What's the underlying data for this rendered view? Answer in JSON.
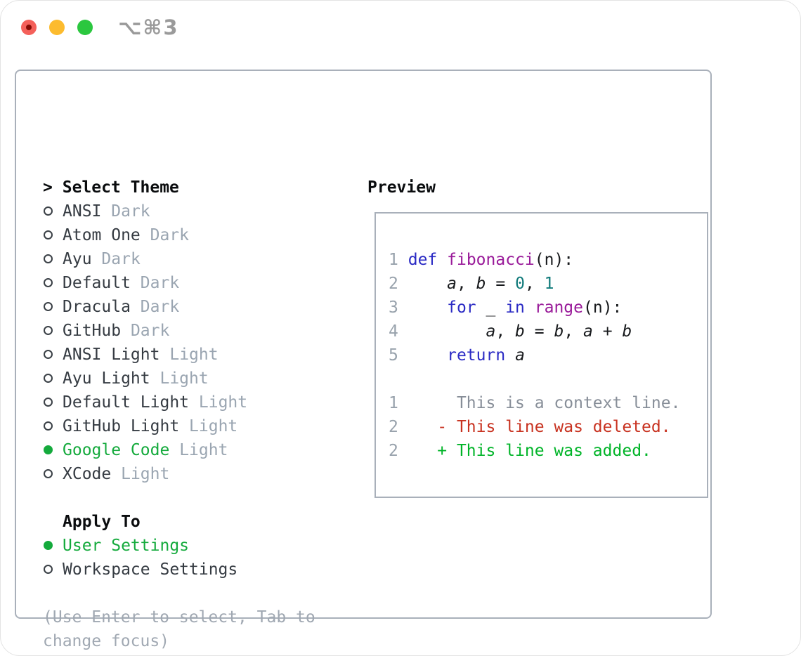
{
  "window": {
    "titlebar": {
      "shortcut_label": "⌥⌘3",
      "traffic_lights": [
        {
          "name": "close",
          "color": "#f4605a",
          "dot_color": "#850b04"
        },
        {
          "name": "minimize",
          "color": "#fcbb2e"
        },
        {
          "name": "zoom",
          "color": "#2bc73f"
        }
      ]
    }
  },
  "colors": {
    "panel_border": "#a9b0ba",
    "selected_green": "#14aa3c",
    "item_text": "#353b42",
    "variant_gray": "#9aa5b1",
    "hint_gray": "#a0a8b2",
    "keyword_blue": "#2a2ac4",
    "function_purple": "#991a99",
    "number_teal": "#107a7a",
    "deleted_red": "#c83220",
    "added_green": "#00b428",
    "line_number_gray": "#98a2ac"
  },
  "theme_selector": {
    "prompt": ">",
    "title": "Select Theme",
    "items": [
      {
        "name": "ANSI",
        "variant": "Dark",
        "selected": false
      },
      {
        "name": "Atom One",
        "variant": "Dark",
        "selected": false
      },
      {
        "name": "Ayu",
        "variant": "Dark",
        "selected": false
      },
      {
        "name": "Default",
        "variant": "Dark",
        "selected": false
      },
      {
        "name": "Dracula",
        "variant": "Dark",
        "selected": false
      },
      {
        "name": "GitHub",
        "variant": "Dark",
        "selected": false
      },
      {
        "name": "ANSI Light",
        "variant": "Light",
        "selected": false
      },
      {
        "name": "Ayu Light",
        "variant": "Light",
        "selected": false
      },
      {
        "name": "Default Light",
        "variant": "Light",
        "selected": false
      },
      {
        "name": "GitHub Light",
        "variant": "Light",
        "selected": false
      },
      {
        "name": "Google Code",
        "variant": "Light",
        "selected": true
      },
      {
        "name": "XCode",
        "variant": "Light",
        "selected": false
      }
    ]
  },
  "apply_to": {
    "title": "Apply To",
    "options": [
      {
        "label": "User Settings",
        "selected": true
      },
      {
        "label": "Workspace Settings",
        "selected": false
      }
    ]
  },
  "footer": {
    "hint_lines": [
      "(Use Enter to select, Tab to",
      "change focus)"
    ]
  },
  "preview": {
    "title": "Preview",
    "lines": [
      [
        [
          "ln",
          "1"
        ],
        [
          "pl",
          " "
        ],
        [
          "kw",
          "def"
        ],
        [
          "pl",
          " "
        ],
        [
          "fn",
          "fibonacci"
        ],
        [
          "pl",
          "(n):"
        ]
      ],
      [
        [
          "ln",
          "2"
        ],
        [
          "pl",
          "     "
        ],
        [
          "var",
          "a"
        ],
        [
          "pl",
          ", "
        ],
        [
          "var",
          "b"
        ],
        [
          "pl",
          " = "
        ],
        [
          "num",
          "0"
        ],
        [
          "pl",
          ", "
        ],
        [
          "num",
          "1"
        ]
      ],
      [
        [
          "ln",
          "3"
        ],
        [
          "pl",
          "     "
        ],
        [
          "kw",
          "for"
        ],
        [
          "pl",
          " _ "
        ],
        [
          "kw",
          "in"
        ],
        [
          "pl",
          " "
        ],
        [
          "fn",
          "range"
        ],
        [
          "pl",
          "(n):"
        ]
      ],
      [
        [
          "ln",
          "4"
        ],
        [
          "pl",
          "         "
        ],
        [
          "var",
          "a"
        ],
        [
          "pl",
          ", "
        ],
        [
          "var",
          "b"
        ],
        [
          "pl",
          " = "
        ],
        [
          "var",
          "b"
        ],
        [
          "pl",
          ", "
        ],
        [
          "var",
          "a"
        ],
        [
          "pl",
          " + "
        ],
        [
          "var",
          "b"
        ]
      ],
      [
        [
          "ln",
          "5"
        ],
        [
          "pl",
          "     "
        ],
        [
          "kw",
          "return"
        ],
        [
          "pl",
          " "
        ],
        [
          "var",
          "a"
        ]
      ],
      [],
      [
        [
          "ln",
          "1"
        ],
        [
          "ctx",
          "      This is a context line."
        ]
      ],
      [
        [
          "ln",
          "2"
        ],
        [
          "ctx",
          "    "
        ],
        [
          "del",
          "- This line was deleted."
        ]
      ],
      [
        [
          "ln",
          "2"
        ],
        [
          "ctx",
          "    "
        ],
        [
          "add",
          "+ This line was added."
        ]
      ]
    ]
  }
}
